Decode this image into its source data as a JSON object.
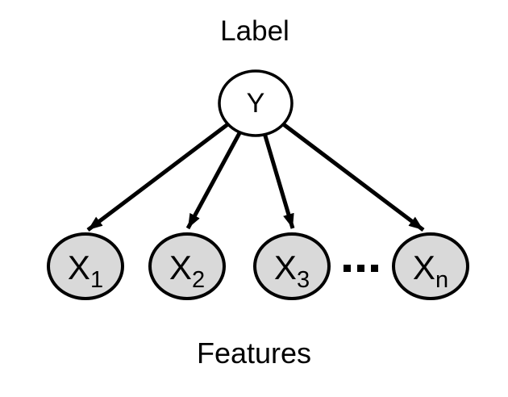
{
  "diagram": {
    "title": "Label",
    "caption": "Features",
    "root_node": {
      "id": "Y",
      "label": "Y"
    },
    "feature_nodes": [
      {
        "id": "X1",
        "label": "X",
        "sub": "1"
      },
      {
        "id": "X2",
        "label": "X",
        "sub": "2"
      },
      {
        "id": "X3",
        "label": "X",
        "sub": "3"
      },
      {
        "id": "Xn",
        "label": "X",
        "sub": "n"
      }
    ],
    "ellipsis": "...",
    "edges": [
      {
        "from": "Y",
        "to": "X1"
      },
      {
        "from": "Y",
        "to": "X2"
      },
      {
        "from": "Y",
        "to": "X3"
      },
      {
        "from": "Y",
        "to": "Xn"
      }
    ],
    "colors": {
      "root_fill": "#ffffff",
      "feature_fill": "#d9d9d9",
      "stroke": "#000000",
      "background": "#ffffff",
      "text": "#000000"
    }
  }
}
